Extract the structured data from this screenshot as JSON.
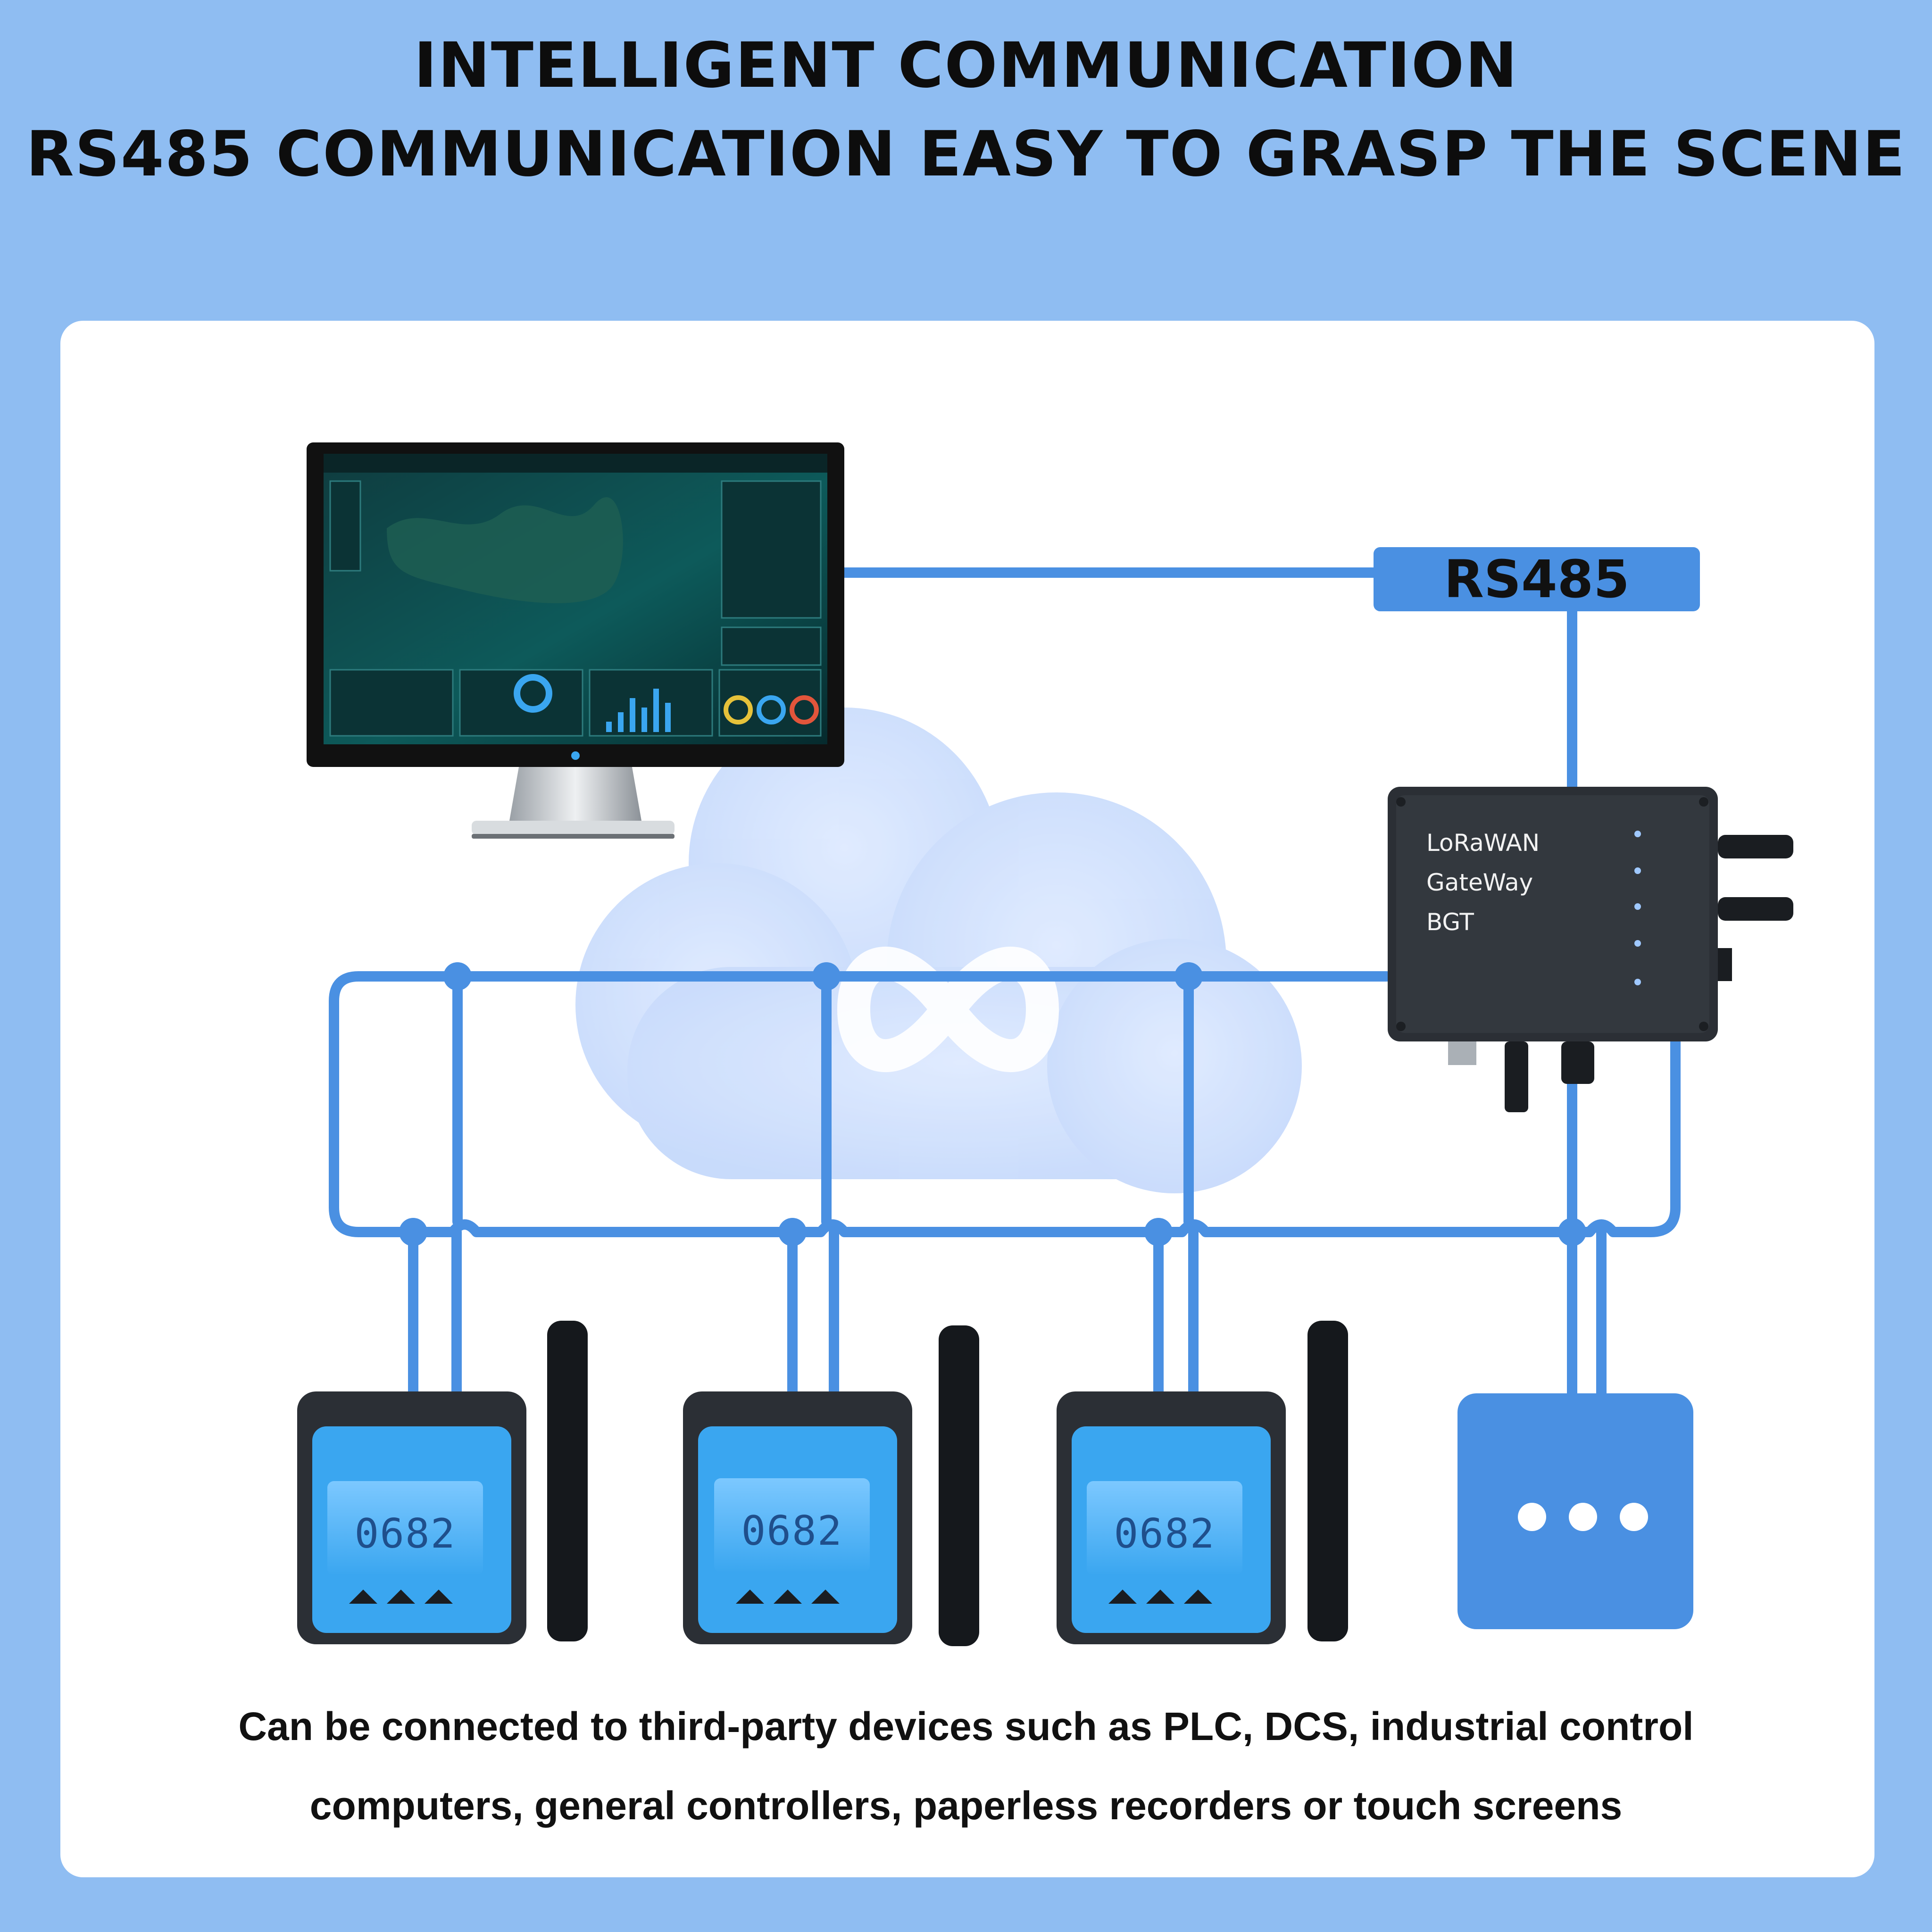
{
  "title": {
    "line1": "INTELLIGENT COMMUNICATION",
    "line2": "RS485 COMMUNICATION EASY TO GRASP THE SCENE"
  },
  "bus_label": "RS485",
  "gateway": {
    "line1": "LoRaWAN",
    "line2": "GateWay",
    "line3": "BGT"
  },
  "meters": [
    {
      "reading": "0682"
    },
    {
      "reading": "0682"
    },
    {
      "reading": "0682"
    }
  ],
  "caption": {
    "line1": "Can be connected to third-party devices such as PLC, DCS, industrial control",
    "line2": "computers, general controllers, paperless recorders or touch screens"
  },
  "colors": {
    "background": "#8fbdf2",
    "panel": "#ffffff",
    "wire": "#4a90e2",
    "label_box": "#4a90e2",
    "meter_screen": "#3aa6f0",
    "device_housing": "#2b2f35",
    "more_devices_tile": "#4a90e2"
  },
  "icons": {
    "monitor": "monitor-icon",
    "cloud": "cloud-icon",
    "infinity": "infinity-icon",
    "more_devices": "more-dots-icon"
  }
}
